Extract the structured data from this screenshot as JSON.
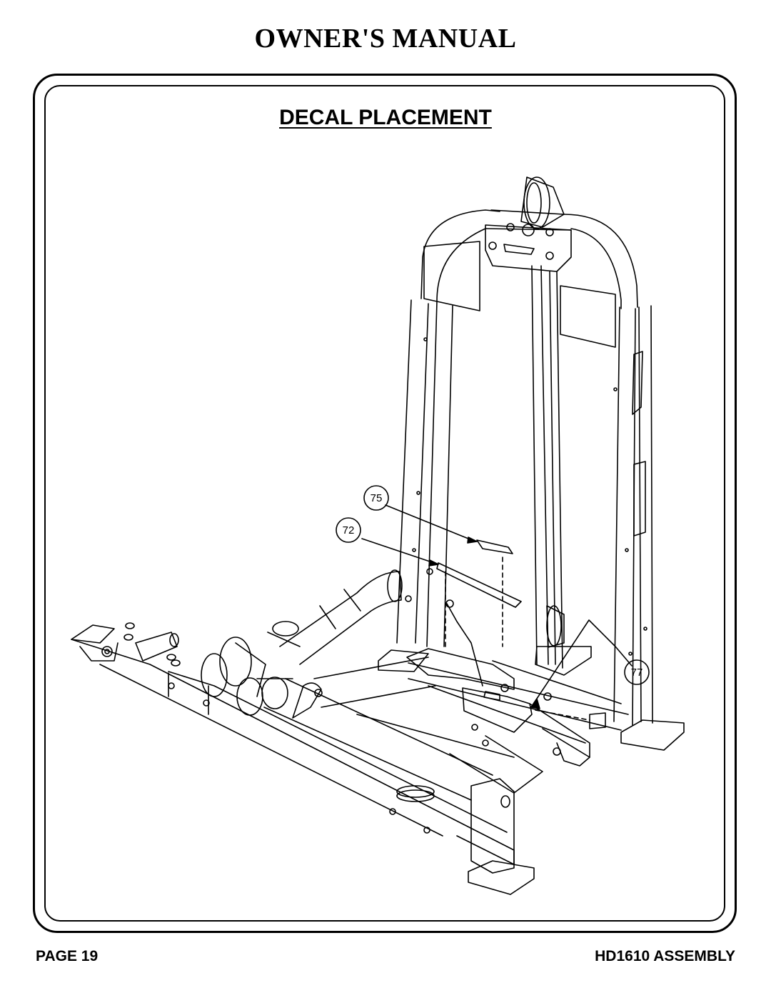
{
  "header": {
    "title": "OWNER'S MANUAL"
  },
  "section": {
    "title": "DECAL PLACEMENT"
  },
  "callouts": [
    {
      "label": "75"
    },
    {
      "label": "72"
    },
    {
      "label": "77"
    }
  ],
  "footer": {
    "page": "PAGE 19",
    "model": "HD1610 ASSEMBLY"
  }
}
